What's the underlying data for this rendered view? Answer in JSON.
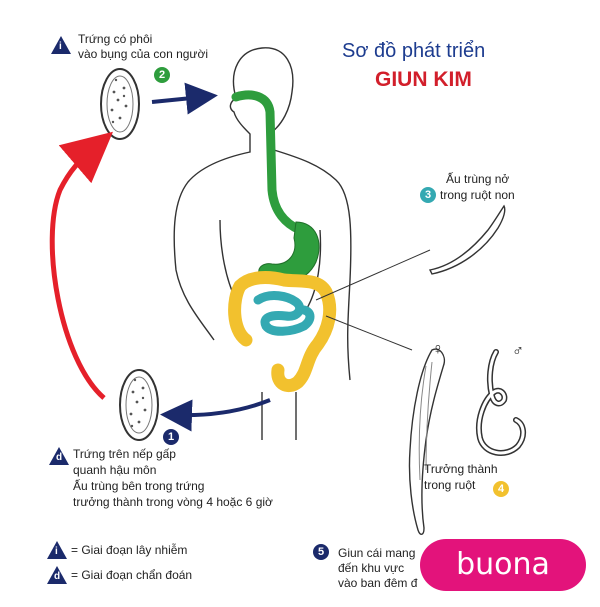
{
  "title": {
    "line1": "Sơ đồ phát triển",
    "line2": "GIUN KIM"
  },
  "steps": [
    {
      "number": "2",
      "color": "#2e9d3d",
      "lines": [
        "Trứng có phôi",
        "vào bụng của con người"
      ]
    },
    {
      "number": "3",
      "color": "#34a9b2",
      "lines": [
        "Ấu trùng nở",
        "trong ruột non"
      ]
    },
    {
      "number": "4",
      "color": "#f2c12e",
      "lines": [
        "Trưởng thành",
        "trong ruột"
      ]
    },
    {
      "number": "5",
      "color": "#1b2a6b",
      "lines": [
        "Giun cái mang",
        "đến khu vực",
        "vào ban đêm đ"
      ]
    },
    {
      "number": "1",
      "color": "#1b2a6b",
      "lines": [
        "Trứng trên nếp gấp",
        "quanh hậu môn",
        "Ấu trùng bên trong trứng",
        "trưởng thành trong vòng 4 hoặc 6 giờ"
      ]
    }
  ],
  "stage_markers": {
    "infective": "i",
    "diagnostic": "d"
  },
  "legend": [
    {
      "marker": "i",
      "text": "= Giai đoạn lây nhiễm"
    },
    {
      "marker": "d",
      "text": "= Giai đoạn chẩn đoán"
    }
  ],
  "sex_symbols": {
    "female": "♀",
    "male": "♂"
  },
  "brand": "buona",
  "colors": {
    "title_blue": "#1d3c8f",
    "title_red": "#d21f2b",
    "arrow_red": "#e5202a",
    "arrow_navy": "#1b2a6b",
    "stomach_green": "#2e9d3d",
    "colon_yellow": "#f2c12e",
    "intestine_teal": "#34a9b2",
    "brand_pink": "#e3137b"
  }
}
